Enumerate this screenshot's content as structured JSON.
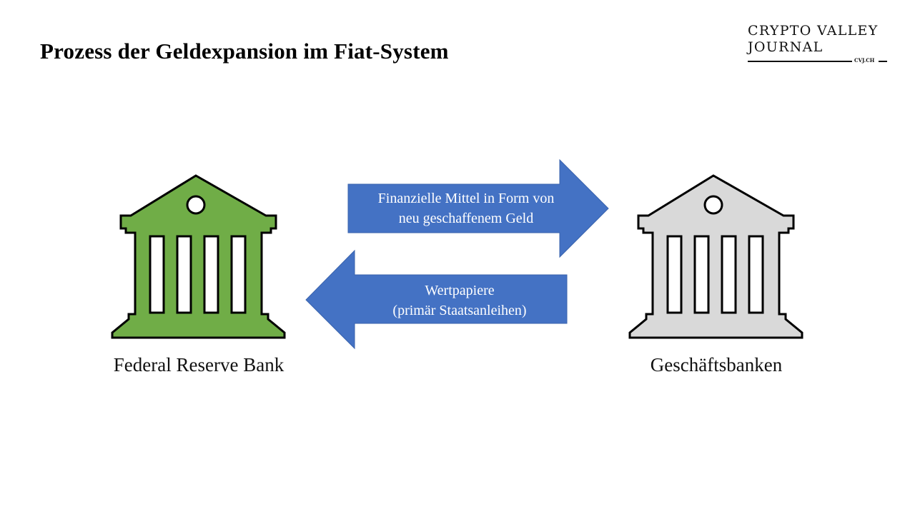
{
  "title": "Prozess der Geldexpansion im Fiat-System",
  "logo": {
    "line1": "CRYPTO VALLEY",
    "line2": "JOURNAL",
    "url": "CVJ.CH"
  },
  "nodes": [
    {
      "id": "fed",
      "label": "Federal Reserve Bank",
      "icon": "bank-icon",
      "fill": "#70ad47"
    },
    {
      "id": "banks",
      "label": "Geschäftsbanken",
      "icon": "bank-icon",
      "fill": "#d9d9d9"
    }
  ],
  "edges": [
    {
      "from": "fed",
      "to": "banks",
      "direction": "right",
      "line1": "Finanzielle Mittel in Form von",
      "line2": "neu geschaffenem Geld",
      "color": "#4472c4"
    },
    {
      "from": "banks",
      "to": "fed",
      "direction": "left",
      "line1": "Wertpapiere",
      "line2": "(primär Staatsanleihen)",
      "color": "#4472c4"
    }
  ]
}
